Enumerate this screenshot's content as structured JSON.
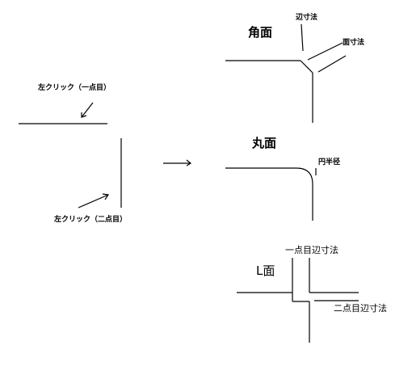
{
  "colors": {
    "stroke": "#000000",
    "background": "#ffffff"
  },
  "labels": {
    "click_first": "左クリック（一点目）",
    "click_second": "左クリック（二点目）",
    "chamfer_title": "角面",
    "chamfer_side": "辺寸法",
    "chamfer_face": "面寸法",
    "round_title": "丸面",
    "round_radius": "円半径",
    "l_title": "L面",
    "l_first_side": "一点目辺寸法",
    "l_second_side": "二点目辺寸法"
  }
}
